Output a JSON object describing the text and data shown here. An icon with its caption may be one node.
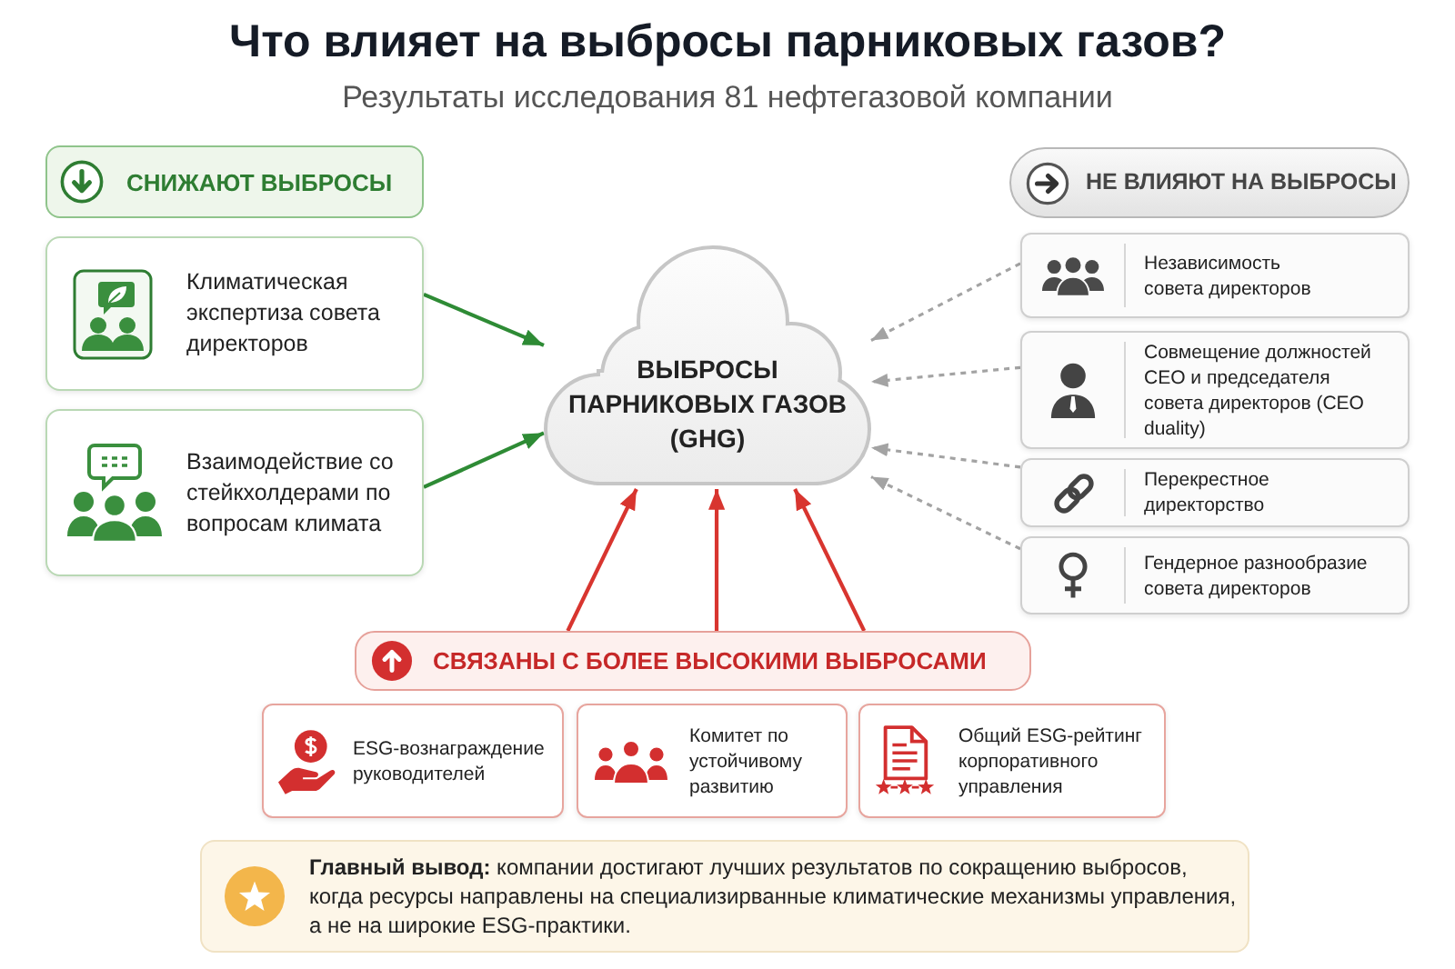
{
  "diagram": {
    "title": "Что влияет на выбросы парниковых газов?",
    "nodes": [
      {
        "text": [
          "СНИЖАЮТ ВЫБРОСЫ"
        ]
      },
      {
        "text": [
          "Климатическая экспертиза совета директоров"
        ]
      },
      {
        "text": [
          "Взаимодействие со стейкхолдерами по вопросам климата"
        ]
      },
      {
        "text": [
          "ВЫБРОСЫ ПАРНИКОВЫХ ГАЗОВ (GHG)"
        ]
      },
      {
        "text": [
          "НЕ ВЛИЯЮТ НА ВЫБРОСЫ"
        ]
      },
      {
        "text": [
          "Независимость совета директоров"
        ]
      },
      {
        "text": [
          "Совмещение должностей CEO и председателя совета директоров (CEO duality)"
        ]
      },
      {
        "text": [
          "Перекрестное директорство"
        ]
      },
      {
        "text": [
          "Гендерное разнообразие совета директоров"
        ]
      },
      {
        "text": [
          "СВЯЗАНЫ С БОЛЕЕ ВЫСОКИМИ ВЫБРОСАМИ"
        ]
      },
      {
        "text": [
          "ESG-вознаграждение руководителей"
        ]
      },
      {
        "text": [
          "Комитет по устойчивому развитию"
        ]
      },
      {
        "text": [
          "Общий ESG-рейтинг корпоративного управления"
        ]
      },
      {
        "text": [
          "**Главный вывод:** компании достигают лучших результатов по сокращению выбросов, когда ресурсы направлены на специализирванные климатические механизмы управления, а не на широкие ESG-практики."
        ]
      }
    ],
    "edges": [
      {
        "from": 1,
        "to": 3,
        "arrow": "to",
        "color": "#2e8b35"
      },
      {
        "from": 2,
        "to": 3,
        "arrow": "to",
        "color": "#2e8b35"
      },
      {
        "from": 5,
        "to": 3,
        "arrow": "to",
        "style": "dashed"
      },
      {
        "from": 6,
        "to": 3,
        "arrow": "to",
        "style": "dashed"
      },
      {
        "from": 7,
        "to": 3,
        "arrow": "to",
        "style": "dashed"
      },
      {
        "from": 8,
        "to": 3,
        "arrow": "to",
        "style": "dashed"
      },
      {
        "from": 9,
        "to": 3,
        "arrow": "to",
        "color": "#d8352f"
      },
      {
        "from": 9,
        "to": 3,
        "arrow": "to",
        "color": "#d8352f"
      },
      {
        "from": 9,
        "to": 3,
        "arrow": "to",
        "color": "#d8352f"
      }
    ],
    "labels": [
      "Результаты исследования 81 нефтегазовой компании"
    ]
  }
}
